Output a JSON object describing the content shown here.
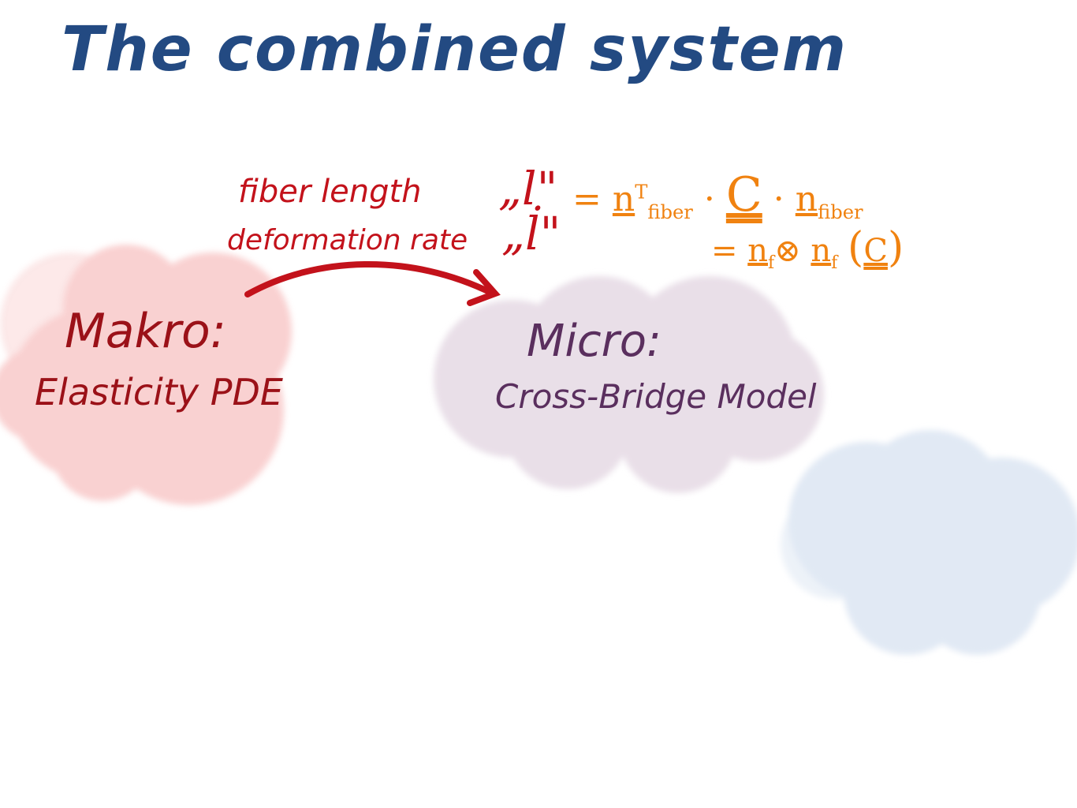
{
  "title": "The combined system",
  "arrow_label": {
    "line1": "fiber length",
    "line2": "deformation rate"
  },
  "symbols": {
    "l": "„l\"",
    "l_dot": "„l̇\""
  },
  "formula": {
    "line1": {
      "eq": "=",
      "n": "n",
      "sup_T": "T",
      "sub_fiber": "fiber",
      "dot1": "·",
      "C": "C",
      "dot2": "·",
      "n2": "n",
      "sub_fiber2": "fiber"
    },
    "line2": {
      "eq": "=",
      "n": "n",
      "sub_f": "f",
      "otimes": "⊗",
      "n2": "n",
      "sub_f2": "f",
      "lpar": "(",
      "C": "C",
      "rpar": ")"
    }
  },
  "makro": {
    "heading": "Makro:",
    "sub": "Elasticity PDE"
  },
  "micro": {
    "heading": "Micro:",
    "sub": "Cross-Bridge Model"
  },
  "colors": {
    "title": "#234a82",
    "red": "#c3121b",
    "makro_text": "#9b1118",
    "micro_text": "#5a2f5e",
    "orange": "#f08210",
    "cloud_makro": "#f9cfcf",
    "cloud_micro": "#e9dfe8",
    "cloud_blue": "#e1e9f4"
  }
}
